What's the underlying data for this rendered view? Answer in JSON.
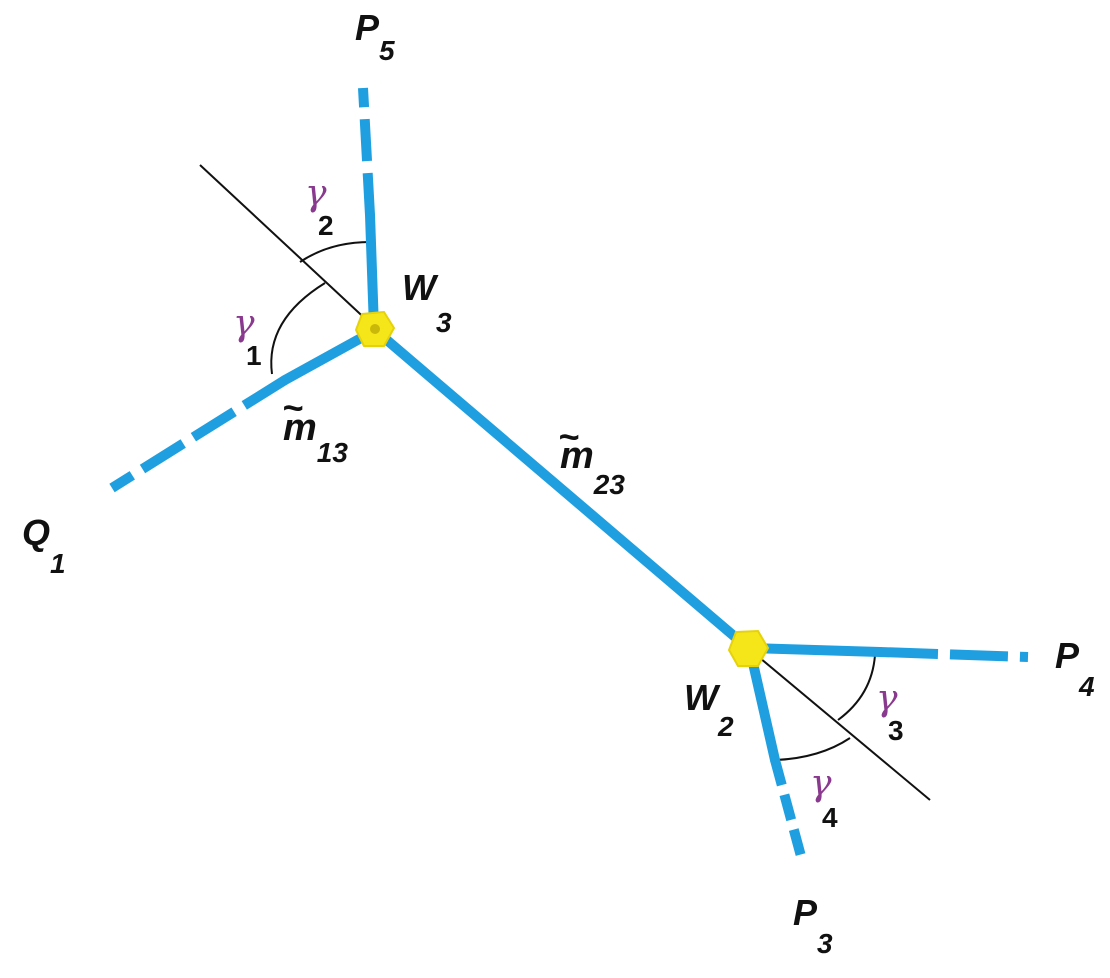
{
  "colors": {
    "edge": "#1f9fe0",
    "bisector": "#111111",
    "node": "#f5e61a",
    "node_center": "#c9b80a",
    "angle_label": "#8a3a8e",
    "text": "#111111"
  },
  "points": {
    "P5": {
      "base": "P",
      "sub": "5"
    },
    "Q1": {
      "base": "Q",
      "sub": "1"
    },
    "W3": {
      "base": "W",
      "sub": "3"
    },
    "W2": {
      "base": "W",
      "sub": "2"
    },
    "P4": {
      "base": "P",
      "sub": "4"
    },
    "P3": {
      "base": "P",
      "sub": "3"
    }
  },
  "edges": {
    "m13": {
      "base": "m",
      "accent": "~",
      "sub": "13"
    },
    "m23": {
      "base": "m",
      "accent": "~",
      "sub": "23"
    }
  },
  "angles": {
    "g1": {
      "symbol": "γ",
      "sub": "1"
    },
    "g2": {
      "symbol": "γ",
      "sub": "2"
    },
    "g3": {
      "symbol": "γ",
      "sub": "3"
    },
    "g4": {
      "symbol": "γ",
      "sub": "4"
    }
  }
}
